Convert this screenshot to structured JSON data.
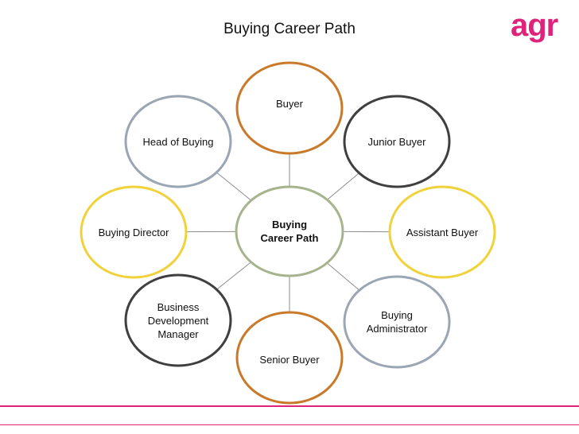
{
  "title": "Buying Career Path",
  "logo": {
    "text": "agr",
    "color": "#e0237a"
  },
  "footer_color": "#e0237a",
  "center": {
    "label": "Buying\nCareer Path",
    "border_color": "#a6b38c"
  },
  "nodes": [
    {
      "id": "buyer",
      "label": "Buyer",
      "border_color": "#c87a2a"
    },
    {
      "id": "junior-buyer",
      "label": "Junior Buyer",
      "border_color": "#3f3f3f"
    },
    {
      "id": "assistant-buyer",
      "label": "Assistant Buyer",
      "border_color": "#f0d23a"
    },
    {
      "id": "buying-administrator",
      "label": "Buying\nAdministrator",
      "border_color": "#9aa6b3"
    },
    {
      "id": "senior-buyer",
      "label": "Senior Buyer",
      "border_color": "#c87a2a"
    },
    {
      "id": "business-development-manager",
      "label": "Business\nDevelopment\nManager",
      "border_color": "#3f3f3f"
    },
    {
      "id": "buying-director",
      "label": "Buying Director",
      "border_color": "#f0d23a"
    },
    {
      "id": "head-of-buying",
      "label": "Head of Buying",
      "border_color": "#9aa6b3"
    }
  ],
  "connector_color": "#8c8c8c"
}
